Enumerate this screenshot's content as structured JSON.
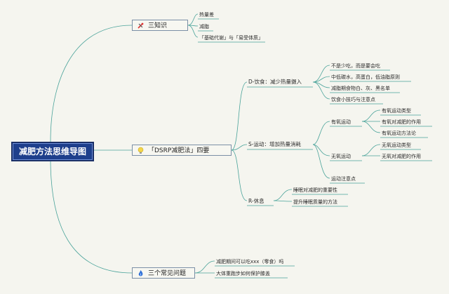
{
  "title": "减肥方法思维导图",
  "branches": {
    "knowledge": {
      "label": "三知识",
      "icon": "tools-icon",
      "items": [
        "热量差",
        "减脂",
        "「基础代谢」与「易受体质」"
      ]
    },
    "dsrp": {
      "label": "「DSRP减肥法」四要",
      "icon": "lightbulb-icon",
      "diet": {
        "label": "D-饮食：减少热量摄入",
        "items": [
          "不是少吃，而是要会吃",
          "中低碳水，高蛋白，低油脂原则",
          "减脂期食物白、灰、黑名单",
          "饮食小技巧与注意点"
        ]
      },
      "sport": {
        "label": "S-运动：增加热量消耗",
        "aerobic": {
          "label": "有氧运动",
          "items": [
            "有氧运动类型",
            "有氧对减肥的作用",
            "有氧运动方法论"
          ]
        },
        "anaerobic": {
          "label": "无氧运动",
          "items": [
            "无氧运动类型",
            "无氧对减肥的作用"
          ]
        },
        "note": "运动注意点"
      },
      "rest": {
        "label": "R-休息",
        "items": [
          "睡眠对减肥的重要性",
          "提升睡眠质量的方法"
        ]
      }
    },
    "questions": {
      "label": "三个常见问题",
      "icon": "flame-icon",
      "items": [
        "减肥期间可以吃xxx（零食）吗",
        "大体重跑步如何保护膝盖"
      ]
    }
  },
  "colors": {
    "root_bg": "#1e3f8c",
    "line": "#4aa39a",
    "background": "#f5f5ef"
  }
}
